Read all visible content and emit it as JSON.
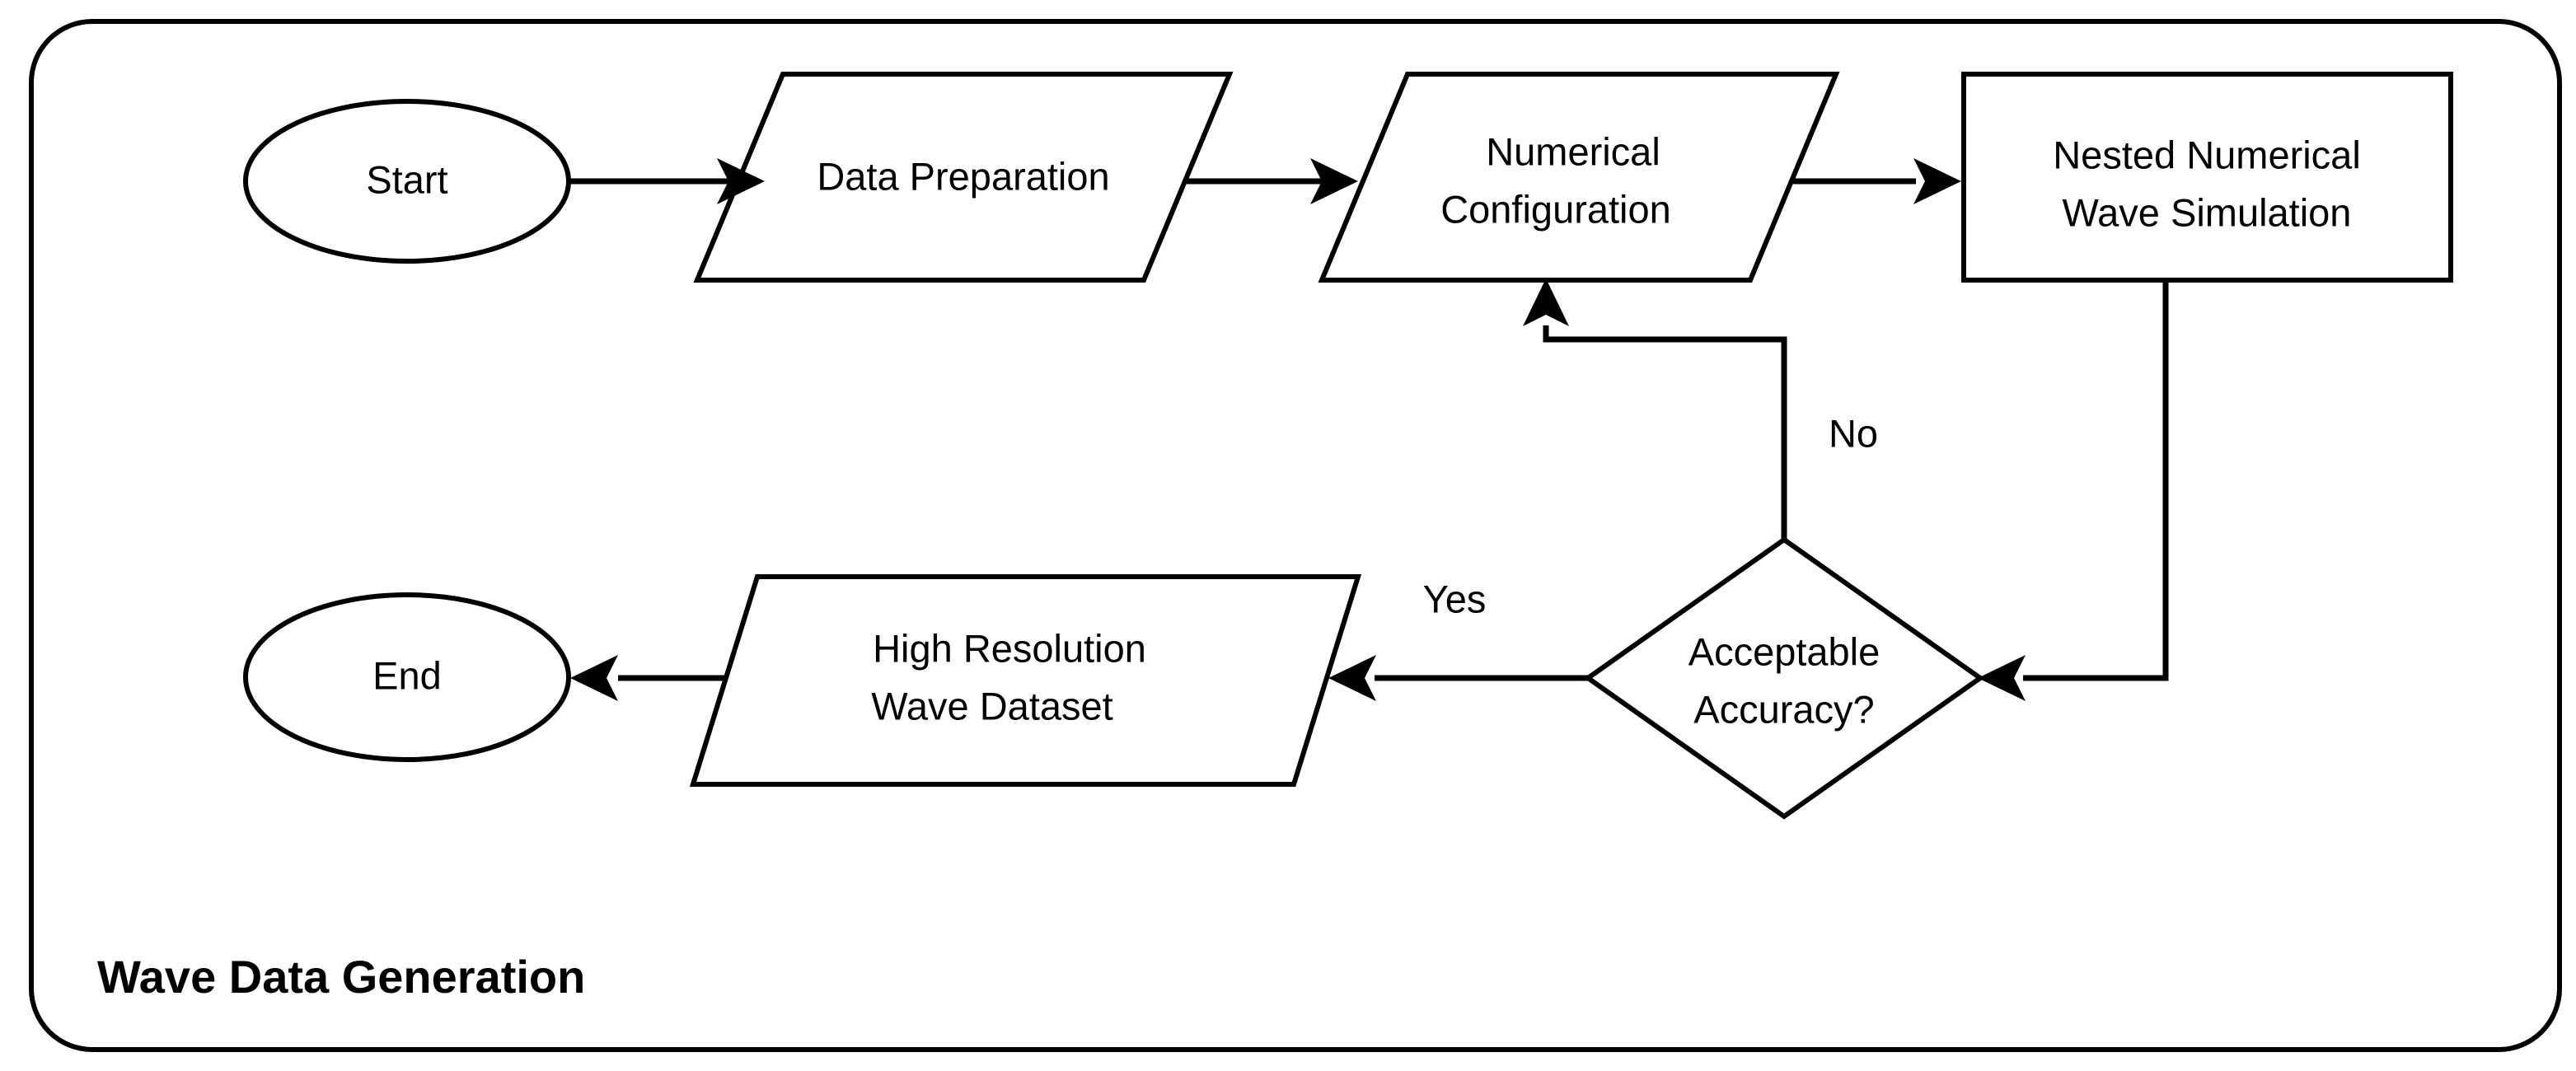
{
  "diagram": {
    "title": "Wave Data Generation",
    "container": {
      "shape": "rounded-rectangle",
      "stroke": "#000000",
      "fill": "#ffffff"
    },
    "nodes": [
      {
        "id": "start",
        "shape": "ellipse",
        "label": "Start"
      },
      {
        "id": "dataprep",
        "shape": "parallelogram",
        "label": "Data Preparation"
      },
      {
        "id": "numconfig",
        "shape": "parallelogram",
        "label_line1": "Numerical",
        "label_line2": "Configuration"
      },
      {
        "id": "nestedsim",
        "shape": "rectangle",
        "label_line1": "Nested Numerical",
        "label_line2": "Wave Simulation"
      },
      {
        "id": "accuracy",
        "shape": "diamond",
        "label_line1": "Acceptable",
        "label_line2": "Accuracy?"
      },
      {
        "id": "dataset",
        "shape": "parallelogram",
        "label_line1": "High Resolution",
        "label_line2": "Wave Dataset"
      },
      {
        "id": "end",
        "shape": "ellipse",
        "label": "End"
      }
    ],
    "edges": [
      {
        "id": "e1",
        "from": "start",
        "to": "dataprep",
        "label": ""
      },
      {
        "id": "e2",
        "from": "dataprep",
        "to": "numconfig",
        "label": ""
      },
      {
        "id": "e3",
        "from": "numconfig",
        "to": "nestedsim",
        "label": ""
      },
      {
        "id": "e4",
        "from": "nestedsim",
        "to": "accuracy",
        "label": ""
      },
      {
        "id": "e5",
        "from": "accuracy",
        "to": "numconfig",
        "label": "No"
      },
      {
        "id": "e6",
        "from": "accuracy",
        "to": "dataset",
        "label": "Yes"
      },
      {
        "id": "e7",
        "from": "dataset",
        "to": "end",
        "label": ""
      }
    ],
    "colors": {
      "stroke": "#000000",
      "fill": "#ffffff",
      "text": "#000000",
      "background": "#ffffff"
    }
  }
}
